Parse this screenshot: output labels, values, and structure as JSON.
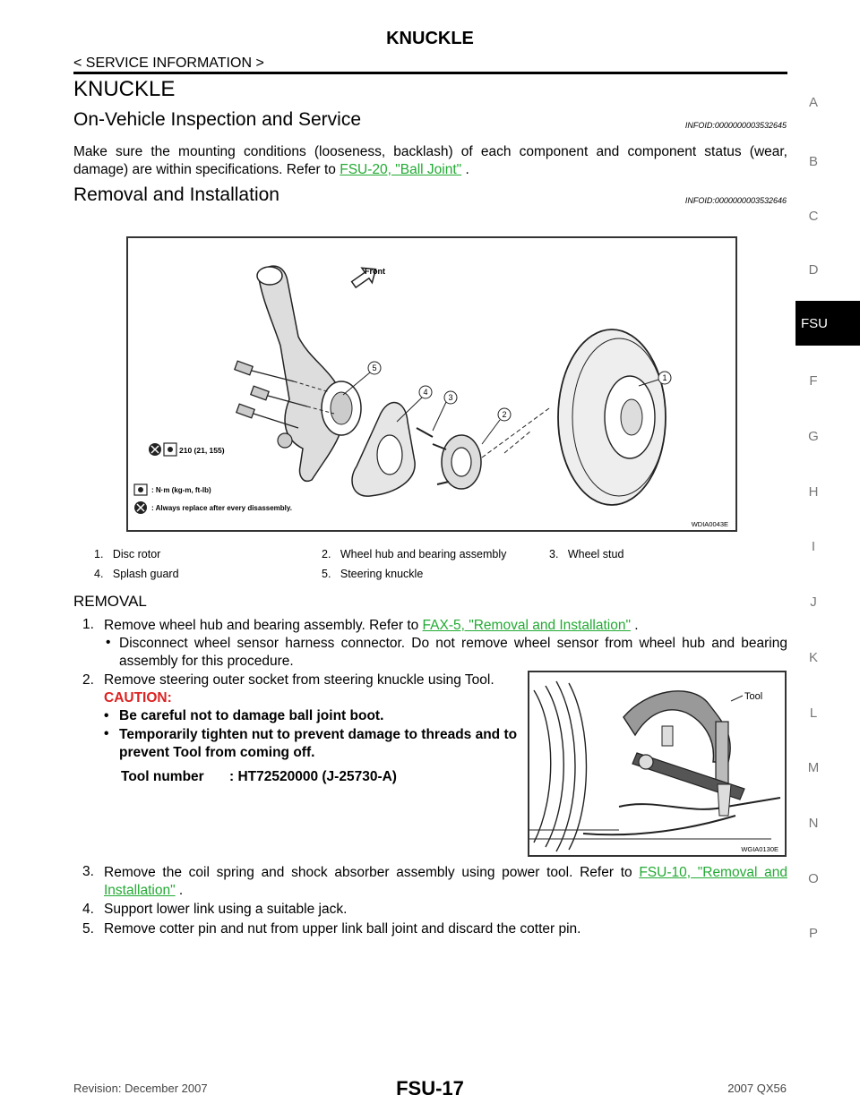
{
  "header": {
    "title": "KNUCKLE",
    "subtitle": "< SERVICE INFORMATION >"
  },
  "section_title": "KNUCKLE",
  "inspection": {
    "heading": "On-Vehicle Inspection and Service",
    "infoid": "INFOID:0000000003532645",
    "text_before": "Make sure the mounting conditions (looseness, backlash) of each component and component status (wear, damage) are within specifications. Refer to ",
    "link": "FSU-20, \"Ball Joint\"",
    "text_after": " ."
  },
  "removal_installation": {
    "heading": "Removal and Installation",
    "infoid": "INFOID:0000000003532646"
  },
  "figure1": {
    "front_label": "Front",
    "torque_value": "210 (21, 155)",
    "legend_torque": ": N·m (kg-m, ft-lb)",
    "legend_replace": ": Always replace after every disassembly.",
    "code": "WDIA0043E",
    "callouts": [
      "1",
      "2",
      "3",
      "4",
      "5"
    ]
  },
  "parts": [
    {
      "num": "1.",
      "name": "Disc rotor"
    },
    {
      "num": "2.",
      "name": "Wheel hub and bearing assembly"
    },
    {
      "num": "3.",
      "name": "Wheel stud"
    },
    {
      "num": "4.",
      "name": "Splash guard"
    },
    {
      "num": "5.",
      "name": "Steering knuckle"
    }
  ],
  "removal": {
    "heading": "REMOVAL",
    "step1": {
      "num": "1.",
      "text": "Remove wheel hub and bearing assembly. Refer to ",
      "link": "FAX-5, \"Removal and Installation\"",
      "after": " .",
      "bullet": "Disconnect wheel sensor harness connector. Do not remove wheel sensor from wheel hub and bearing assembly for this procedure."
    },
    "step2": {
      "num": "2.",
      "text": "Remove steering outer socket from steering knuckle using Tool.",
      "caution": "CAUTION:",
      "caution_items": [
        "Be careful not to damage ball joint boot.",
        "Temporarily tighten nut to prevent damage to threads and to prevent Tool from coming off."
      ],
      "tool_label": "Tool number",
      "tool_value": ": HT72520000 (J-25730-A)"
    },
    "step3": {
      "num": "3.",
      "text": "Remove the coil spring and shock absorber assembly using power tool. Refer to ",
      "link": "FSU-10, \"Removal and Installation\"",
      "after": " ."
    },
    "step4": {
      "num": "4.",
      "text": "Support lower link using a suitable jack."
    },
    "step5": {
      "num": "5.",
      "text": "Remove cotter pin and nut from upper link ball joint and discard the cotter pin."
    }
  },
  "figure2": {
    "tool_label": "Tool",
    "code": "WGIA0130E"
  },
  "sidebar": {
    "letters": [
      "A",
      "B",
      "C",
      "D",
      "F",
      "G",
      "H",
      "I",
      "J",
      "K",
      "L",
      "M",
      "N",
      "O",
      "P"
    ],
    "active": "FSU"
  },
  "footer": {
    "revision": "Revision: December 2007",
    "page": "FSU-17",
    "model": "2007 QX56"
  }
}
